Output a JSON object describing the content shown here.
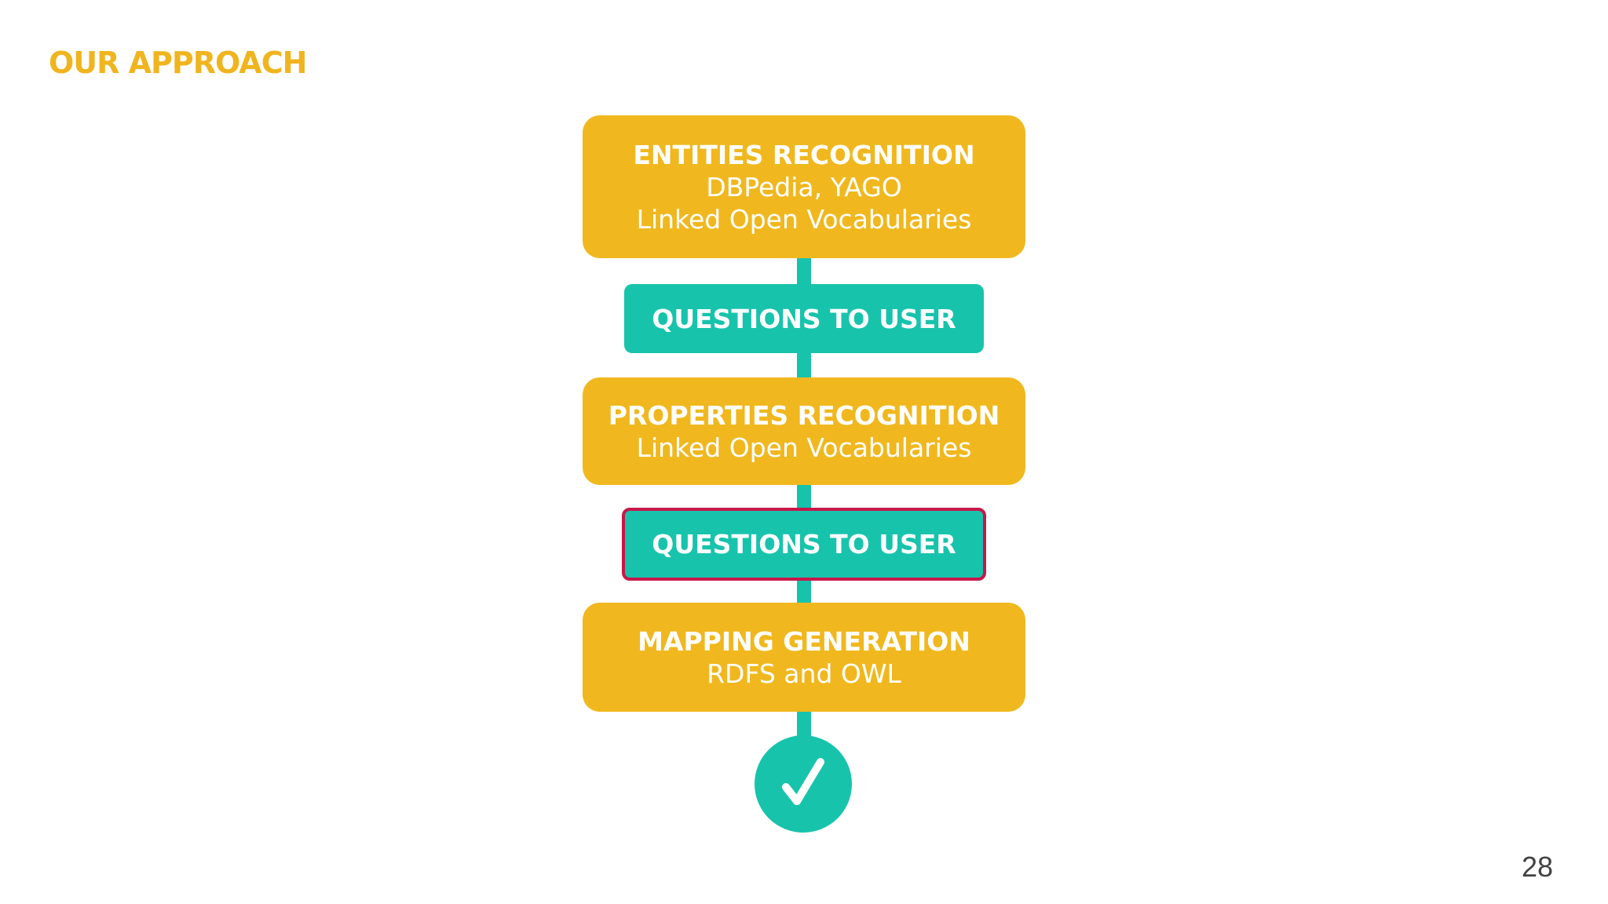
{
  "title": "OUR APPROACH",
  "steps": [
    {
      "heading": "ENTITIES RECOGNITION",
      "lines": [
        "DBPedia, YAGO",
        "Linked Open Vocabularies"
      ]
    },
    {
      "heading": "QUESTIONS TO USER"
    },
    {
      "heading": "PROPERTIES RECOGNITION",
      "lines": [
        "Linked Open Vocabularies"
      ]
    },
    {
      "heading": "QUESTIONS TO USER"
    },
    {
      "heading": "MAPPING GENERATION",
      "lines": [
        "RDFS and OWL"
      ]
    }
  ],
  "end_icon": "checkmark-icon",
  "page_number": "28",
  "colors": {
    "title": "#F0B41E",
    "step_box": "#F0B81E",
    "question_box": "#18C3AC",
    "connector": "#18C3AC",
    "highlight_border": "#C8174A"
  }
}
